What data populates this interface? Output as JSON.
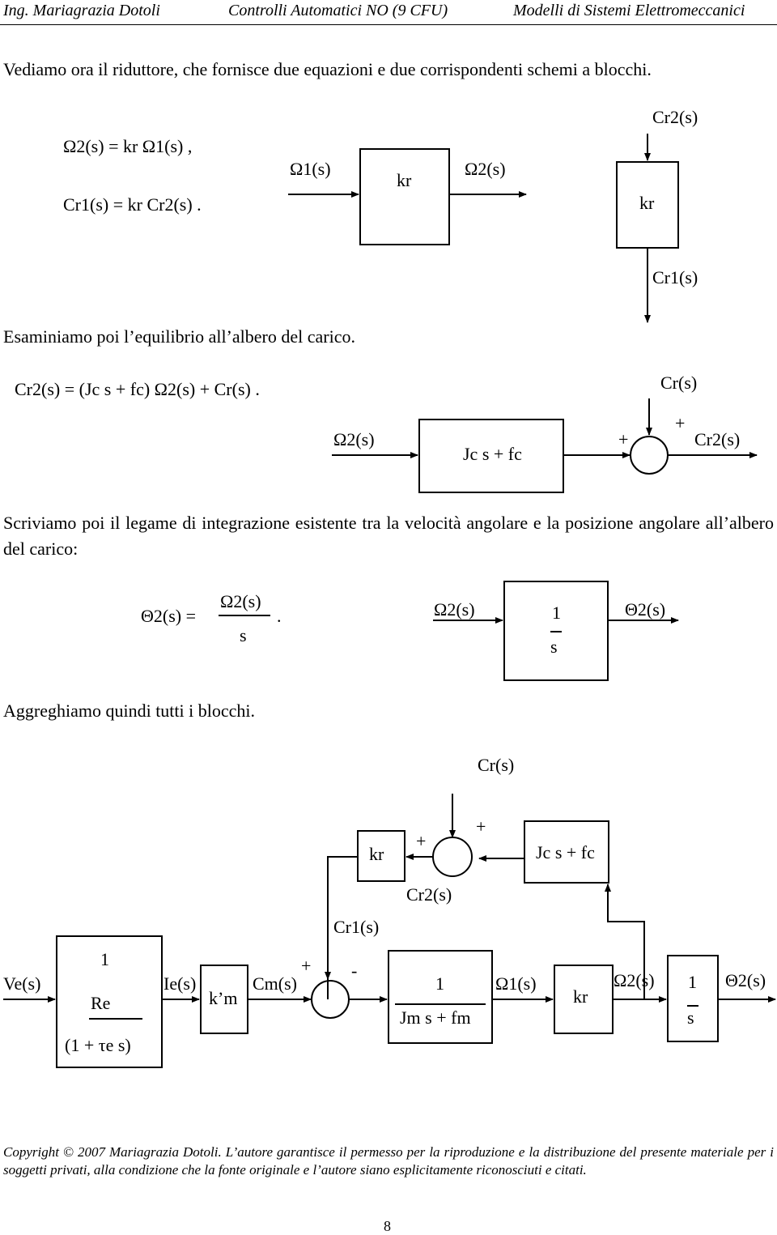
{
  "header": {
    "left": "Ing. Mariagrazia Dotoli",
    "center": "Controlli Automatici NO (9 CFU)",
    "right": "Modelli di Sistemi Elettromeccanici"
  },
  "paragraphs": {
    "p1": "Vediamo ora il riduttore, che fornisce due equazioni e due corrispondenti schemi a blocchi.",
    "p2": "Esaminiamo poi l’equilibrio all’albero del carico.",
    "p3": "Scriviamo poi il legame di integrazione esistente tra la velocità angolare e la posizione angolare all’albero del carico:",
    "p4": "Aggreghiamo quindi tutti i blocchi."
  },
  "equations": {
    "eq1": "Ω2(s) = kr Ω1(s) ,",
    "eq2": "Cr1(s) = kr Cr2(s) .",
    "eq3": "Cr2(s) = (Jc s + fc) Ω2(s) + Cr(s) .",
    "eq4_lhs": "Θ2(s) =",
    "eq4_num": "Ω2(s)",
    "eq4_den": "s",
    "eq4_end": "."
  },
  "diagram1": {
    "in": "Ω1(s)",
    "block": "kr",
    "out": "Ω2(s)"
  },
  "diagram2": {
    "in": "Cr2(s)",
    "block": "kr",
    "out": "Cr1(s)"
  },
  "diagram3": {
    "in": "Ω2(s)",
    "block": "Jc s + fc",
    "plus1": "+",
    "plus2": "+",
    "top": "Cr(s)",
    "out": "Cr2(s)"
  },
  "diagram4": {
    "in": "Ω2(s)",
    "num": "1",
    "den": "s",
    "out": "Θ2(s)"
  },
  "diagram5": {
    "ve": "Ve(s)",
    "b1_num": "1",
    "b1_re": "Re",
    "b1_den": "(1 + τe s)",
    "ie": "Ie(s)",
    "km": "k’m",
    "cm": "Cm(s)",
    "plus_sum1": "+",
    "minus_sum1": "-",
    "b3_num": "1",
    "b3_den": "Jm s + fm",
    "om1": "Ω1(s)",
    "kr_fwd": "kr",
    "om2": "Ω2(s)",
    "int_num": "1",
    "int_den": "s",
    "th2": "Θ2(s)",
    "cr": "Cr(s)",
    "plus_sum2a": "+",
    "plus_sum2b": "+",
    "jc_block": "Jc s + fc",
    "cr2": "Cr2(s)",
    "kr_fb": "kr",
    "cr1": "Cr1(s)"
  },
  "footer": {
    "copyright": "Copyright © 2007 Mariagrazia Dotoli. L’autore garantisce il permesso per la riproduzione e la distribuzione del presente materiale per i soggetti privati, alla condizione che la fonte originale e l’autore siano esplicitamente riconosciuti e citati.",
    "page": "8"
  }
}
